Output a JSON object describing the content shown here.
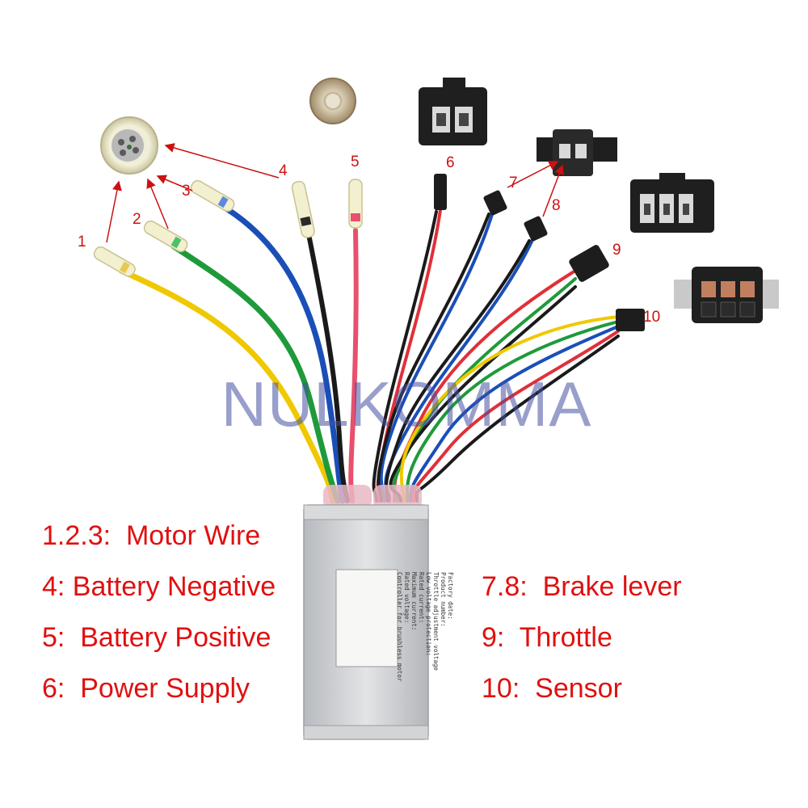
{
  "watermark": "NULKOMMA",
  "wire_numbers": [
    "1",
    "2",
    "3",
    "4",
    "5",
    "6",
    "7",
    "8",
    "9",
    "10"
  ],
  "legend_left": [
    "1.2.3:  Motor Wire",
    "4: Battery Negative",
    "5:  Battery Positive",
    "6:  Power Supply"
  ],
  "legend_right": [
    "7.8:  Brake lever",
    "9:  Throttle",
    "10:  Sensor"
  ],
  "controller_label_lines": [
    "Controller for brushless motor",
    "Rated voltage:",
    "Maximum current:",
    "Rated current:",
    "Low voltage protection:",
    "Throttle adjustment voltage",
    "Product number:",
    "Factory date:"
  ],
  "colors": {
    "legend_text": "#e01010",
    "annotation_red": "#cc1111",
    "watermark": "#4650a0",
    "wire_yellow": "#f0c800",
    "wire_green": "#1f9a3a",
    "wire_blue": "#1a4fb8",
    "wire_black": "#1a1a1a",
    "wire_red": "#e83b5a",
    "wire_pink": "#e8506e",
    "controller_body": "#c9ccd0"
  }
}
